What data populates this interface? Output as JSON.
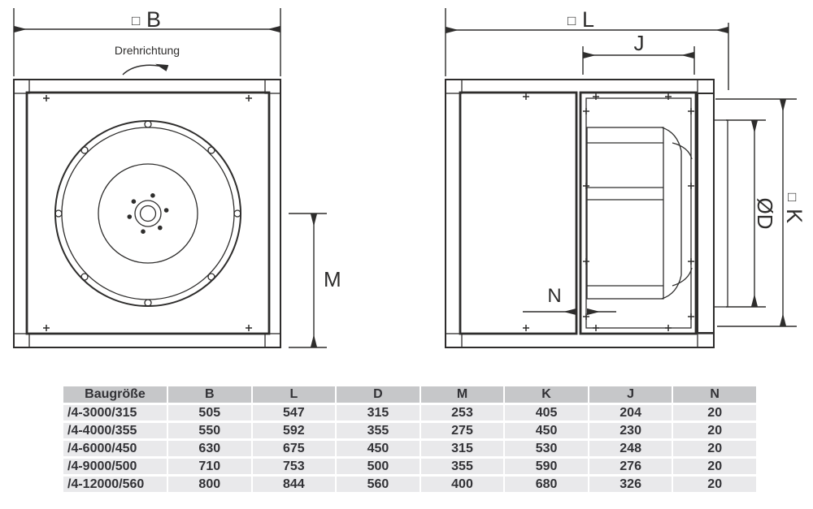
{
  "diagram": {
    "front_view": {
      "dim_b": {
        "prefix": "□",
        "letter": "B"
      },
      "rotation_label": "Drehrichtung",
      "dim_m": "M"
    },
    "side_view": {
      "dim_l": {
        "prefix": "□",
        "letter": "L"
      },
      "dim_j": "J",
      "dim_d": "ØD",
      "dim_k": {
        "prefix": "□",
        "letter": "K"
      },
      "dim_n": "N"
    },
    "line_color": "#2e2d2c"
  },
  "table": {
    "headers": [
      "Baugröße",
      "B",
      "L",
      "D",
      "M",
      "K",
      "J",
      "N"
    ],
    "rows": [
      [
        "/4-3000/315",
        "505",
        "547",
        "315",
        "253",
        "405",
        "204",
        "20"
      ],
      [
        "/4-4000/355",
        "550",
        "592",
        "355",
        "275",
        "450",
        "230",
        "20"
      ],
      [
        "/4-6000/450",
        "630",
        "675",
        "450",
        "315",
        "530",
        "248",
        "20"
      ],
      [
        "/4-9000/500",
        "710",
        "753",
        "500",
        "355",
        "590",
        "276",
        "20"
      ],
      [
        "/4-12000/560",
        "800",
        "844",
        "560",
        "400",
        "680",
        "326",
        "20"
      ]
    ],
    "header_bg": "#c6c7c9",
    "row_bg": "#e9e9eb"
  }
}
